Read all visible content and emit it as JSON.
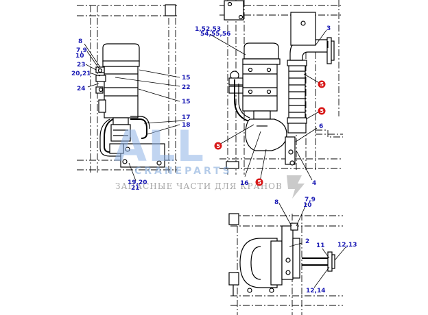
{
  "callouts": {
    "l_8": "8",
    "l_7_9": "7,9",
    "l_10": "10",
    "l_23": "23",
    "l_20_21": "20,21",
    "l_24": "24",
    "l_15a": "15",
    "l_22": "22",
    "l_15b": "15",
    "l_17": "17",
    "l_18": "18",
    "l_19_20": "19,20",
    "l_21": "21",
    "m_1_52_53": "1,52,53",
    "m_54_55_56": "54,55,56",
    "m_3": "3",
    "m_6": "6",
    "m_16": "16",
    "m_4": "4",
    "b_8": "8",
    "b_7_9": "7,9",
    "b_10": "10",
    "b_2": "2",
    "b_11": "11",
    "b_12_13": "12,13",
    "b_12_14": "12,14"
  },
  "badges": [
    "5",
    "5",
    "5",
    "5"
  ],
  "watermark": {
    "brand": "ALL",
    "sub": "CRANEPARTS",
    "ru": "ЗАПАСНЫЕ ЧАСТИ ДЛЯ КРАНОВ"
  },
  "colors": {
    "callout": "#1a1ab4",
    "badge": "#d81818",
    "line": "#000000",
    "watermark": "#8fb3e6"
  }
}
